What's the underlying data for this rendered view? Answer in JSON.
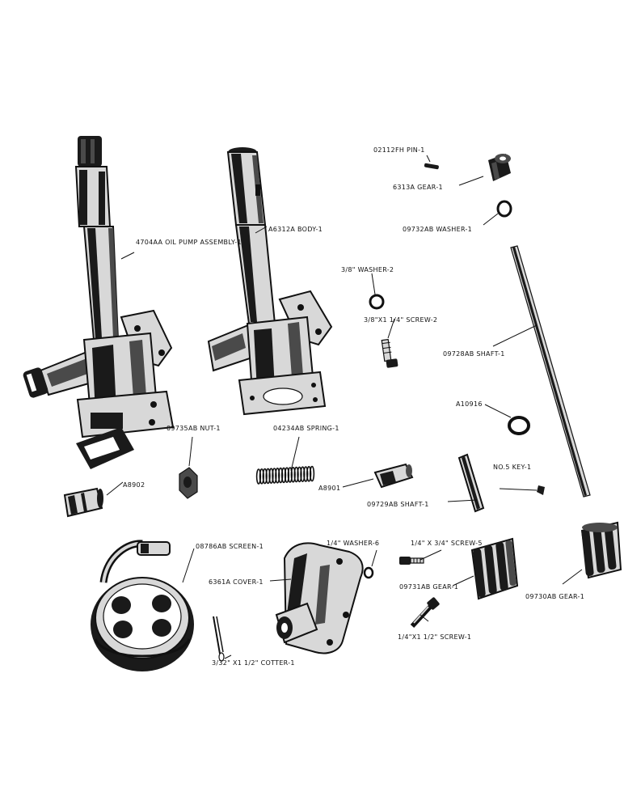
{
  "parts": {
    "oil_pump_assembly": "4704AA OIL PUMP ASSEMBLY-1",
    "body": "A6312A BODY-1",
    "pin": "02112FH PIN-1",
    "gear_6313a": "6313A GEAR-1",
    "washer_09732ab": "09732AB WASHER-1",
    "washer_3_8": "3/8\" WASHER-2",
    "screw_3_8": "3/8\"X1 1/4\" SCREW-2",
    "shaft_09728ab": "09728AB SHAFT-1",
    "a10916": "A10916",
    "nut": "09735AB NUT-1",
    "spring": "04234AB SPRING-1",
    "a8902": "A8902",
    "a8901": "A8901",
    "shaft_09729ab": "09729AB SHAFT-1",
    "key": "NO.5 KEY-1",
    "screen": "08786AB SCREEN-1",
    "washer_1_4": "1/4\" WASHER-6",
    "screw_1_4_short": "1/4\" X 3/4\" SCREW-5",
    "cover": "6361A COVER-1",
    "gear_09731ab": "09731AB GEAR-1",
    "gear_09730ab": "09730AB GEAR-1",
    "screw_1_4_long": "1/4\"X1 1/2\" SCREW-1",
    "cotter": "3/32\" X1 1/2\" COTTER-1"
  }
}
